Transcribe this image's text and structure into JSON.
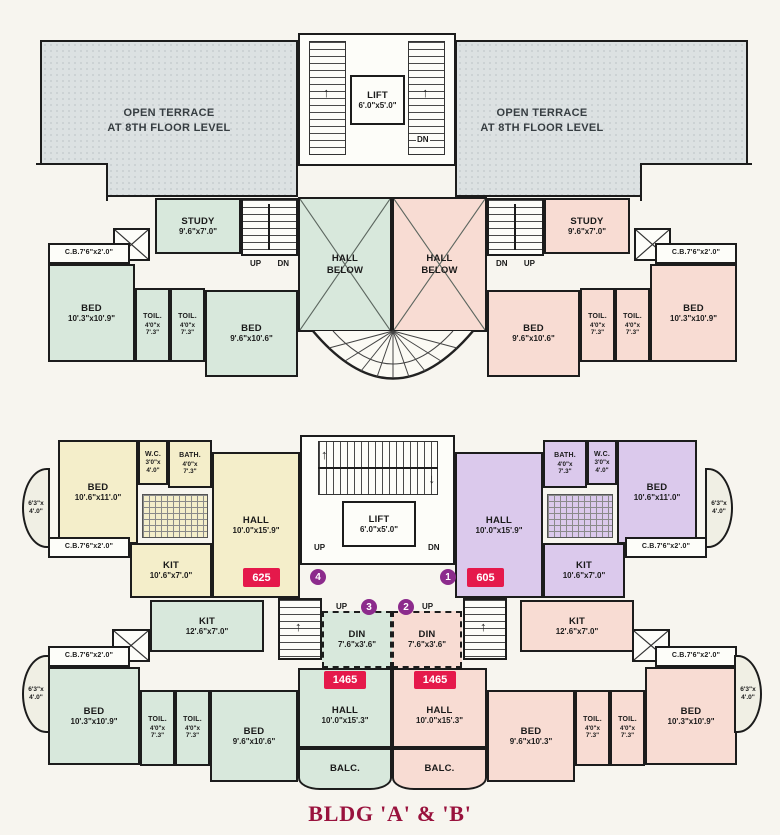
{
  "title": "BLDG 'A' & 'B'",
  "labels": {
    "terrace": {
      "line1": "OPEN TERRACE",
      "line2": "AT 8TH FLOOR LEVEL"
    },
    "lift": {
      "name": "LIFT",
      "dim": "6'.0\"x5'.0\""
    },
    "study": {
      "name": "STUDY",
      "dim": "9'.6\"x7'.0\""
    },
    "hall_below": {
      "line1": "HALL",
      "line2": "BELOW"
    },
    "bed_small": {
      "name": "BED",
      "dim": "10'.3\"x10'.9\""
    },
    "bed_mid": {
      "name": "BED",
      "dim": "9'.6\"x10'.6\""
    },
    "bed_mid_alt": {
      "name": "BED",
      "dim": "9'.6\"x10'.3\""
    },
    "bed_big": {
      "name": "BED",
      "dim": "10'.6\"x11'.0\""
    },
    "toil": {
      "name": "TOIL.",
      "dim1": "4'0\"x",
      "dim2": "7'.3\""
    },
    "wc": {
      "name": "W.C.",
      "dim1": "3'0\"x",
      "dim2": "4'.0\""
    },
    "bath": {
      "name": "BATH.",
      "dim1": "4'0\"x",
      "dim2": "7'.3\""
    },
    "cb": "C.B.7'6\"x2'.0\"",
    "hall_15_9": {
      "name": "HALL",
      "dim": "10'.0\"x15'.9\""
    },
    "hall_15_3": {
      "name": "HALL",
      "dim": "10'.0\"x15'.3\""
    },
    "kit_10_6": {
      "name": "KIT",
      "dim": "10'.6\"x7'.0\""
    },
    "kit_12_6": {
      "name": "KIT",
      "dim": "12'.6\"x7'.0\""
    },
    "din": {
      "name": "DIN",
      "dim": "7'.6\"x3'.6\""
    },
    "balc": "BALC.",
    "side_balc": {
      "dim1": "6'3\"x",
      "dim2": "4'.0\""
    },
    "up": "UP",
    "dn": "DN"
  },
  "badges": {
    "flat_625": "625",
    "flat_605": "605",
    "flat_1465_left": "1465",
    "flat_1465_right": "1465",
    "pos_1": "1",
    "pos_2": "2",
    "pos_3": "3",
    "pos_4": "4"
  },
  "colors": {
    "wall": "#1c1c1c",
    "terrace_fill": "#dce1e2",
    "unit_green": "#d8e8dc",
    "unit_pink": "#f8dcd3",
    "unit_cream": "#f4eeca",
    "unit_purple": "#dbc9ec",
    "badge_red": "#e5194b",
    "badge_purple": "#8c2b8c",
    "title_red": "#99123d"
  }
}
